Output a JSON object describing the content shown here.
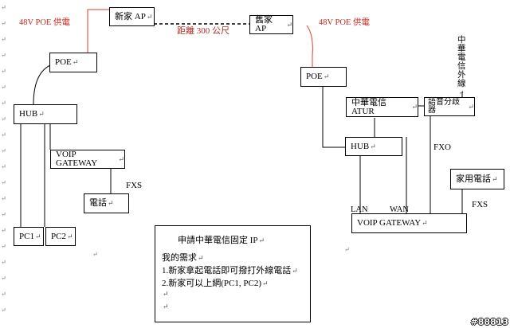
{
  "diagram": {
    "power_left": "48V POE 供電",
    "power_right": "48V POE 供電",
    "distance": "距離 300 公尺",
    "line_fxs_left": "FXS",
    "line_fxo": "FXO",
    "line_fxs_right": "FXS",
    "port_lan": "LAN",
    "port_wan": "WAN",
    "outside_line": "中華電信外線",
    "paragraph_mark": "↵"
  },
  "nodes": {
    "new_ap": "新家 AP",
    "old_ap": "舊家 AP",
    "poe_left": "POE",
    "poe_right": "POE",
    "hub_left": "HUB",
    "voip_left": "VOIP GATEWAY",
    "phone_left": "電話",
    "pc1": "PC1",
    "pc2": "PC2",
    "atur": "中華電信 ATUR",
    "splitter": "語音分歧器",
    "hub_right": "HUB",
    "home_phone": "家用電話",
    "voip_right": "VOIP GATEWAY"
  },
  "note": {
    "title": "申請中華電信固定 IP",
    "heading": "我的需求",
    "item1": "1.新家拿起電話即可撥打外線電話",
    "item2": "2.新家可以上網(PC1, PC2)"
  },
  "watermark": "#88813",
  "colors": {
    "power_label": "#c8281e",
    "wire_red": "#e03c2d"
  }
}
